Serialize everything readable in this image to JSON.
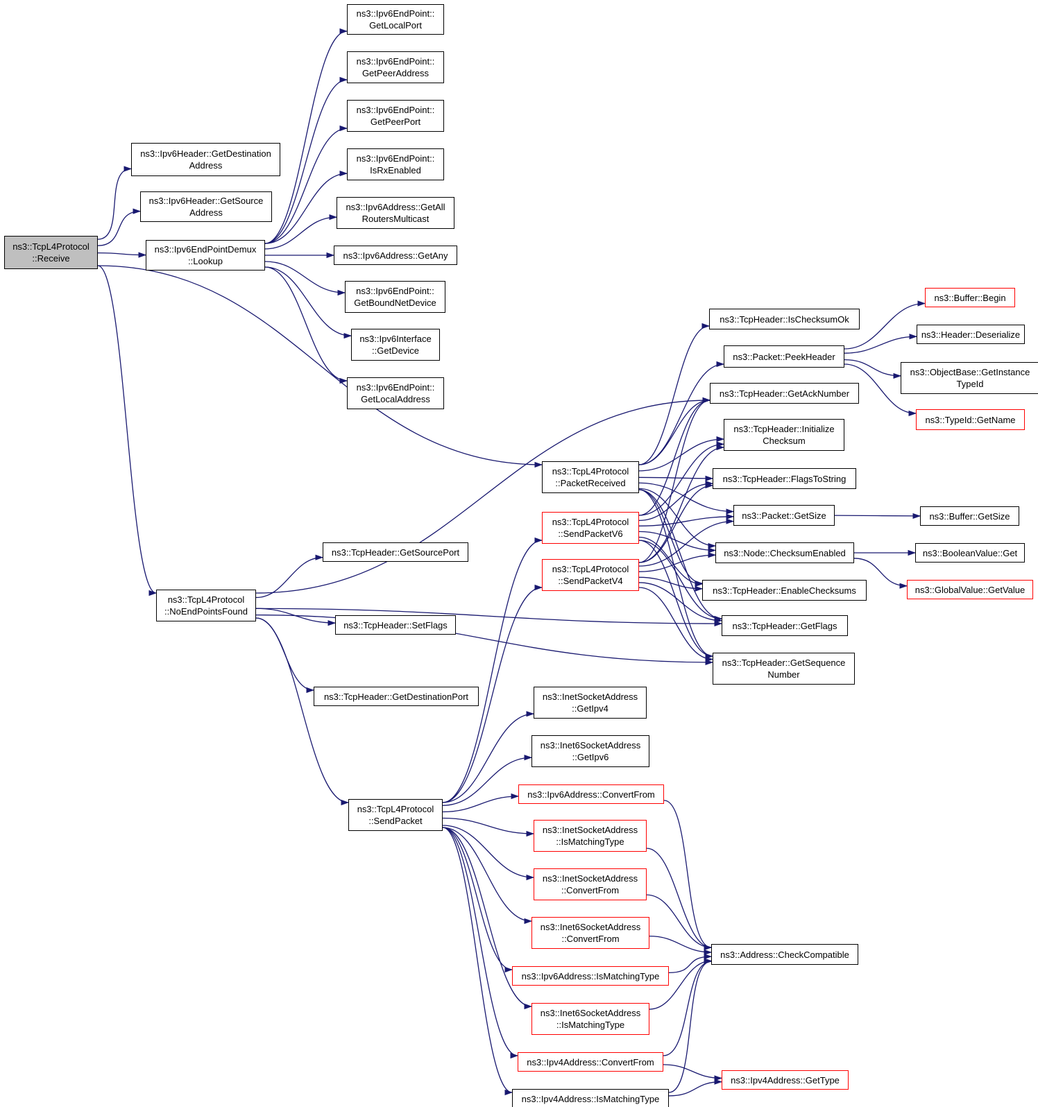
{
  "graph": {
    "node_style": {
      "border_default": "#000000",
      "border_red": "#ff0000",
      "root_fill": "#bfbfbf",
      "edge_color": "#191970"
    },
    "nodes": [
      {
        "id": "receive",
        "lines": [
          "ns3::TcpL4Protocol",
          "::Receive"
        ],
        "red": false,
        "root": true
      },
      {
        "id": "v6h_dest",
        "lines": [
          "ns3::Ipv6Header::GetDestination",
          "Address"
        ],
        "red": false
      },
      {
        "id": "v6h_src",
        "lines": [
          "ns3::Ipv6Header::GetSource",
          "Address"
        ],
        "red": false
      },
      {
        "id": "lookup",
        "lines": [
          "ns3::Ipv6EndPointDemux",
          "::Lookup"
        ],
        "red": false
      },
      {
        "id": "ep_lport",
        "lines": [
          "ns3::Ipv6EndPoint::",
          "GetLocalPort"
        ],
        "red": false
      },
      {
        "id": "ep_paddr",
        "lines": [
          "ns3::Ipv6EndPoint::",
          "GetPeerAddress"
        ],
        "red": false
      },
      {
        "id": "ep_pport",
        "lines": [
          "ns3::Ipv6EndPoint::",
          "GetPeerPort"
        ],
        "red": false
      },
      {
        "id": "ep_rx",
        "lines": [
          "ns3::Ipv6EndPoint::",
          "IsRxEnabled"
        ],
        "red": false
      },
      {
        "id": "v6a_allrm",
        "lines": [
          "ns3::Ipv6Address::GetAll",
          "RoutersMulticast"
        ],
        "red": false
      },
      {
        "id": "v6a_any",
        "lines": [
          "ns3::Ipv6Address::GetAny"
        ],
        "red": false
      },
      {
        "id": "ep_bound",
        "lines": [
          "ns3::Ipv6EndPoint::",
          "GetBoundNetDevice"
        ],
        "red": false
      },
      {
        "id": "v6if_dev",
        "lines": [
          "ns3::Ipv6Interface",
          "::GetDevice"
        ],
        "red": false
      },
      {
        "id": "ep_laddr",
        "lines": [
          "ns3::Ipv6EndPoint::",
          "GetLocalAddress"
        ],
        "red": false
      },
      {
        "id": "pkt_recv",
        "lines": [
          "ns3::TcpL4Protocol",
          "::PacketReceived"
        ],
        "red": false
      },
      {
        "id": "noep",
        "lines": [
          "ns3::TcpL4Protocol",
          "::NoEndPointsFound"
        ],
        "red": false
      },
      {
        "id": "sendpkt",
        "lines": [
          "ns3::TcpL4Protocol",
          "::SendPacket"
        ],
        "red": false
      },
      {
        "id": "th_srcport",
        "lines": [
          "ns3::TcpHeader::GetSourcePort"
        ],
        "red": false
      },
      {
        "id": "th_setflags",
        "lines": [
          "ns3::TcpHeader::SetFlags"
        ],
        "red": false
      },
      {
        "id": "th_dstport",
        "lines": [
          "ns3::TcpHeader::GetDestinationPort"
        ],
        "red": false
      },
      {
        "id": "sendv6",
        "lines": [
          "ns3::TcpL4Protocol",
          "::SendPacketV6"
        ],
        "red": true
      },
      {
        "id": "sendv4",
        "lines": [
          "ns3::TcpL4Protocol",
          "::SendPacketV4"
        ],
        "red": true
      },
      {
        "id": "th_csok",
        "lines": [
          "ns3::TcpHeader::IsChecksumOk"
        ],
        "red": false
      },
      {
        "id": "pkt_peek",
        "lines": [
          "ns3::Packet::PeekHeader"
        ],
        "red": false
      },
      {
        "id": "th_ack",
        "lines": [
          "ns3::TcpHeader::GetAckNumber"
        ],
        "red": false
      },
      {
        "id": "th_initcs",
        "lines": [
          "ns3::TcpHeader::Initialize",
          "Checksum"
        ],
        "red": false
      },
      {
        "id": "th_f2s",
        "lines": [
          "ns3::TcpHeader::FlagsToString"
        ],
        "red": false
      },
      {
        "id": "pkt_size",
        "lines": [
          "ns3::Packet::GetSize"
        ],
        "red": false
      },
      {
        "id": "node_cs",
        "lines": [
          "ns3::Node::ChecksumEnabled"
        ],
        "red": false
      },
      {
        "id": "th_encs",
        "lines": [
          "ns3::TcpHeader::EnableChecksums"
        ],
        "red": false
      },
      {
        "id": "th_flags",
        "lines": [
          "ns3::TcpHeader::GetFlags"
        ],
        "red": false
      },
      {
        "id": "th_seq",
        "lines": [
          "ns3::TcpHeader::GetSequence",
          "Number"
        ],
        "red": false
      },
      {
        "id": "buf_begin",
        "lines": [
          "ns3::Buffer::Begin"
        ],
        "red": true
      },
      {
        "id": "hdr_deser",
        "lines": [
          "ns3::Header::Deserialize"
        ],
        "red": false
      },
      {
        "id": "ob_tid",
        "lines": [
          "ns3::ObjectBase::GetInstance",
          "TypeId"
        ],
        "red": false
      },
      {
        "id": "tid_name",
        "lines": [
          "ns3::TypeId::GetName"
        ],
        "red": true
      },
      {
        "id": "buf_size",
        "lines": [
          "ns3::Buffer::GetSize"
        ],
        "red": false
      },
      {
        "id": "bool_get",
        "lines": [
          "ns3::BooleanValue::Get"
        ],
        "red": false
      },
      {
        "id": "gv_get",
        "lines": [
          "ns3::GlobalValue::GetValue"
        ],
        "red": true
      },
      {
        "id": "isa_v4",
        "lines": [
          "ns3::InetSocketAddress",
          "::GetIpv4"
        ],
        "red": false
      },
      {
        "id": "i6sa_v6",
        "lines": [
          "ns3::Inet6SocketAddress",
          "::GetIpv6"
        ],
        "red": false
      },
      {
        "id": "v6a_conv",
        "lines": [
          "ns3::Ipv6Address::ConvertFrom"
        ],
        "red": true
      },
      {
        "id": "isa_match",
        "lines": [
          "ns3::InetSocketAddress",
          "::IsMatchingType"
        ],
        "red": true
      },
      {
        "id": "isa_conv",
        "lines": [
          "ns3::InetSocketAddress",
          "::ConvertFrom"
        ],
        "red": true
      },
      {
        "id": "i6sa_conv",
        "lines": [
          "ns3::Inet6SocketAddress",
          "::ConvertFrom"
        ],
        "red": true
      },
      {
        "id": "v6a_match",
        "lines": [
          "ns3::Ipv6Address::IsMatchingType"
        ],
        "red": true
      },
      {
        "id": "i6sa_match",
        "lines": [
          "ns3::Inet6SocketAddress",
          "::IsMatchingType"
        ],
        "red": true
      },
      {
        "id": "v4a_conv",
        "lines": [
          "ns3::Ipv4Address::ConvertFrom"
        ],
        "red": true
      },
      {
        "id": "v4a_match",
        "lines": [
          "ns3::Ipv4Address::IsMatchingType"
        ],
        "red": false
      },
      {
        "id": "addr_cc",
        "lines": [
          "ns3::Address::CheckCompatible"
        ],
        "red": false
      },
      {
        "id": "v4a_type",
        "lines": [
          "ns3::Ipv4Address::GetType"
        ],
        "red": true
      }
    ],
    "edges": [
      [
        "receive",
        "v6h_dest"
      ],
      [
        "receive",
        "v6h_src"
      ],
      [
        "receive",
        "lookup"
      ],
      [
        "receive",
        "pkt_recv"
      ],
      [
        "receive",
        "noep"
      ],
      [
        "lookup",
        "ep_lport"
      ],
      [
        "lookup",
        "ep_paddr"
      ],
      [
        "lookup",
        "ep_pport"
      ],
      [
        "lookup",
        "ep_rx"
      ],
      [
        "lookup",
        "v6a_allrm"
      ],
      [
        "lookup",
        "v6a_any"
      ],
      [
        "lookup",
        "ep_bound"
      ],
      [
        "lookup",
        "v6if_dev"
      ],
      [
        "lookup",
        "ep_laddr"
      ],
      [
        "noep",
        "th_ack"
      ],
      [
        "noep",
        "th_srcport"
      ],
      [
        "noep",
        "th_setflags"
      ],
      [
        "noep",
        "th_flags"
      ],
      [
        "noep",
        "th_seq"
      ],
      [
        "noep",
        "th_dstport"
      ],
      [
        "noep",
        "sendpkt"
      ],
      [
        "pkt_recv",
        "th_csok"
      ],
      [
        "pkt_recv",
        "pkt_peek"
      ],
      [
        "pkt_recv",
        "th_ack"
      ],
      [
        "pkt_recv",
        "th_initcs"
      ],
      [
        "pkt_recv",
        "th_f2s"
      ],
      [
        "pkt_recv",
        "pkt_size"
      ],
      [
        "pkt_recv",
        "node_cs"
      ],
      [
        "pkt_recv",
        "th_encs"
      ],
      [
        "pkt_recv",
        "th_flags"
      ],
      [
        "pkt_recv",
        "th_seq"
      ],
      [
        "sendv6",
        "th_ack"
      ],
      [
        "sendv6",
        "th_initcs"
      ],
      [
        "sendv6",
        "th_f2s"
      ],
      [
        "sendv6",
        "pkt_size"
      ],
      [
        "sendv6",
        "node_cs"
      ],
      [
        "sendv6",
        "th_encs"
      ],
      [
        "sendv6",
        "th_flags"
      ],
      [
        "sendv6",
        "th_seq"
      ],
      [
        "sendv4",
        "th_ack"
      ],
      [
        "sendv4",
        "th_initcs"
      ],
      [
        "sendv4",
        "th_f2s"
      ],
      [
        "sendv4",
        "pkt_size"
      ],
      [
        "sendv4",
        "node_cs"
      ],
      [
        "sendv4",
        "th_encs"
      ],
      [
        "sendv4",
        "th_flags"
      ],
      [
        "sendv4",
        "th_seq"
      ],
      [
        "pkt_peek",
        "buf_begin"
      ],
      [
        "pkt_peek",
        "hdr_deser"
      ],
      [
        "pkt_peek",
        "ob_tid"
      ],
      [
        "pkt_peek",
        "tid_name"
      ],
      [
        "pkt_size",
        "buf_size"
      ],
      [
        "node_cs",
        "bool_get"
      ],
      [
        "node_cs",
        "gv_get"
      ],
      [
        "sendpkt",
        "sendv6"
      ],
      [
        "sendpkt",
        "sendv4"
      ],
      [
        "sendpkt",
        "isa_v4"
      ],
      [
        "sendpkt",
        "i6sa_v6"
      ],
      [
        "sendpkt",
        "v6a_conv"
      ],
      [
        "sendpkt",
        "isa_match"
      ],
      [
        "sendpkt",
        "isa_conv"
      ],
      [
        "sendpkt",
        "i6sa_conv"
      ],
      [
        "sendpkt",
        "v6a_match"
      ],
      [
        "sendpkt",
        "i6sa_match"
      ],
      [
        "sendpkt",
        "v4a_conv"
      ],
      [
        "sendpkt",
        "v4a_match"
      ],
      [
        "v6a_conv",
        "addr_cc"
      ],
      [
        "isa_match",
        "addr_cc"
      ],
      [
        "isa_conv",
        "addr_cc"
      ],
      [
        "i6sa_conv",
        "addr_cc"
      ],
      [
        "v6a_match",
        "addr_cc"
      ],
      [
        "i6sa_match",
        "addr_cc"
      ],
      [
        "v4a_conv",
        "addr_cc"
      ],
      [
        "v4a_match",
        "addr_cc"
      ],
      [
        "v4a_conv",
        "v4a_type"
      ],
      [
        "v4a_match",
        "v4a_type"
      ]
    ]
  }
}
